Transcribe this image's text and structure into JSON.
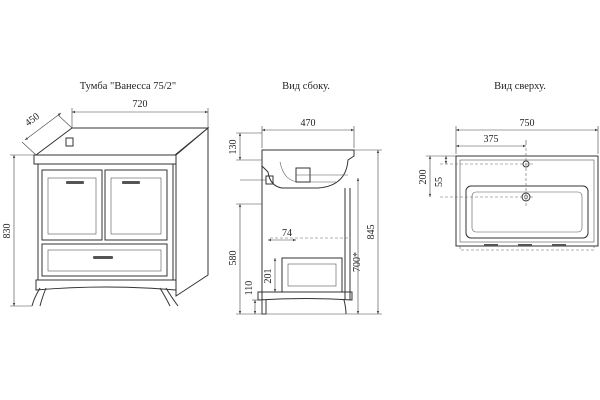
{
  "views": {
    "front": {
      "title": "Тумба \"Ванесса 75/2\""
    },
    "side": {
      "title": "Вид сбоку."
    },
    "top": {
      "title": "Вид сверху."
    }
  },
  "dimensions": {
    "front": {
      "width": "720",
      "depth": "450",
      "height": "830"
    },
    "side": {
      "depth": "470",
      "top_thickness": "130",
      "leg_height": "110",
      "body_height": "580",
      "drawer_height": "201",
      "drawer_offset": "74",
      "floor_to_drain": "700*",
      "total_height": "845"
    },
    "top": {
      "width": "750",
      "drain_offset": "375",
      "depth": "200",
      "hole_offset": "55"
    }
  },
  "colors": {
    "line": "#333333",
    "background": "#ffffff"
  }
}
